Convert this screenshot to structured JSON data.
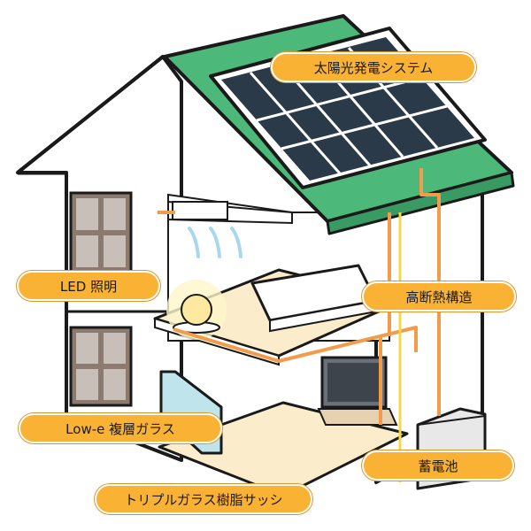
{
  "labels": {
    "solar": "太陽光発電システム",
    "led": "LED 照明",
    "insulation": "高断熱構造",
    "low_e": "Low-e 複層ガラス",
    "battery": "蓄電池",
    "sash": "トリプルガラス樹脂サッシ"
  },
  "colors": {
    "roof": "#4cb87a",
    "solar_panel": "#2a3a48",
    "outline": "#1a1a1a",
    "wall": "#ffffff",
    "interior_floor": "#fbeccc",
    "insulation_line": "#f29b4a",
    "callout_fill": "#f9b234",
    "window_frame": "#8a7a70",
    "glass": "#bfe4ec",
    "air_flow": "#a9d8ee"
  }
}
